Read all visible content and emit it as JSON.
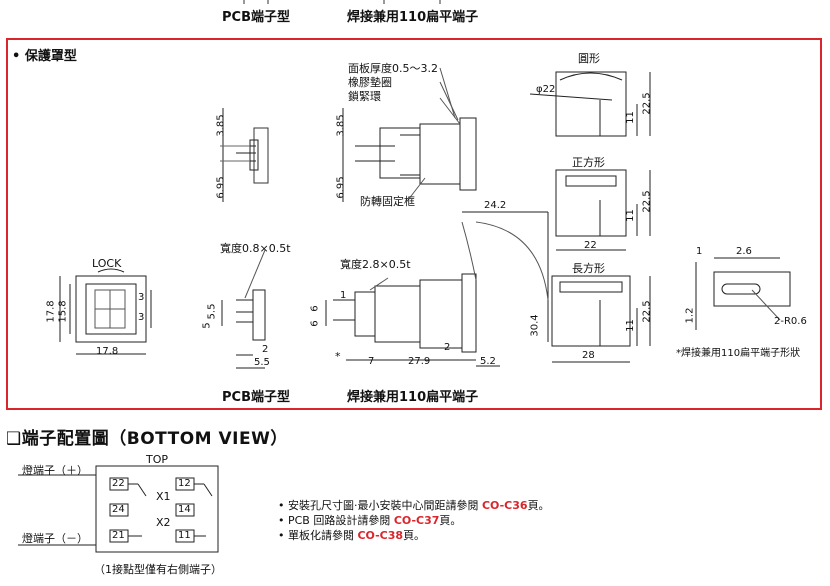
{
  "top_captions": {
    "pcb": "PCB端子型",
    "solder": "焊接兼用110扁平端子"
  },
  "section": {
    "title": "• 保護罩型",
    "labels": {
      "panel_thickness": "面板厚度0.5～3.2",
      "rubber_gasket": "橡膠墊圈",
      "lock_ring": "鎖緊環",
      "anti_rotation": "防轉固定框",
      "width_pcb": "寬度0.8×0.5t",
      "width_solder": "寬度2.8×0.5t",
      "lock": "LOCK",
      "round": "圓形",
      "square": "正方形",
      "rect": "長方形",
      "terminal_note": "*焊接兼用110扁平端子形狀",
      "star": "*"
    },
    "dims": {
      "d385a": "3.85",
      "d695a": "6.95",
      "d385b": "3.85",
      "d695b": "6.95",
      "d178v": "17.8",
      "d158v": "15.8",
      "d3a": "3",
      "d3b": "3",
      "d178h": "17.8",
      "d55v": "5.5",
      "d5v": "5",
      "d2a": "2",
      "d55h": "5.5",
      "d6a": "6",
      "d6b": "6",
      "d1": "1",
      "d7": "7",
      "d279": "27.9",
      "d2b": "2",
      "d52": "5.2",
      "d242": "24.2",
      "d304": "30.4",
      "dphi22": "φ22",
      "d11a": "11",
      "d225a": "22.5",
      "d11b": "11",
      "d225b": "22.5",
      "d22": "22",
      "d11c": "11",
      "d225c": "22.5",
      "d28": "28",
      "dt1": "1",
      "dt26": "2.6",
      "dt12": "1.2",
      "dtr06": "2-R0.6"
    },
    "bottom_captions": {
      "pcb": "PCB端子型",
      "solder": "焊接兼用110扁平端子"
    }
  },
  "terminal": {
    "title": "❑端子配置圖（BOTTOM VIEW）",
    "top_label": "TOP",
    "lamp_plus": "燈端子（＋）",
    "lamp_minus": "燈端子（－）",
    "x1": "X1",
    "x2": "X2",
    "t22": "22",
    "t24": "24",
    "t21": "21",
    "t12": "12",
    "t14": "14",
    "t11": "11",
    "footnote": "（1接點型僅有右側端子）"
  },
  "notes": [
    {
      "text": "• 安裝孔尺寸圖‧最小安裝中心間距請參閱 ",
      "ref": "CO-C36",
      "tail": "頁。"
    },
    {
      "text": "• PCB 回路設計請參閱 ",
      "ref": "CO-C37",
      "tail": "頁。"
    },
    {
      "text": "• 單板化請參閱 ",
      "ref": "CO-C38",
      "tail": "頁。"
    }
  ],
  "colors": {
    "frame_red": "#d9252b",
    "ref_red": "#d9252b"
  }
}
